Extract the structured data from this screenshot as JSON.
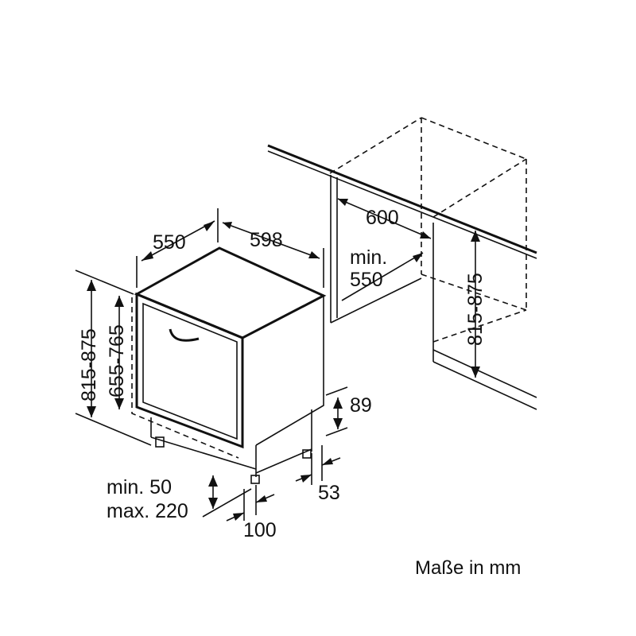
{
  "dimensions": {
    "depth_550": "550",
    "width_598": "598",
    "niche_width_600": "600",
    "niche_depth_min": "min.",
    "niche_depth_550": "550",
    "height_range_left": "815-875",
    "height_range_right": "815-875",
    "door_height_range": "655-765",
    "plinth_height_89": "89",
    "plinth_setback_53": "53",
    "foot_adjust_min": "min. 50",
    "foot_adjust_max": "max. 220",
    "plinth_depth_100": "100"
  },
  "footer": {
    "unit_note": "Maße in mm"
  }
}
